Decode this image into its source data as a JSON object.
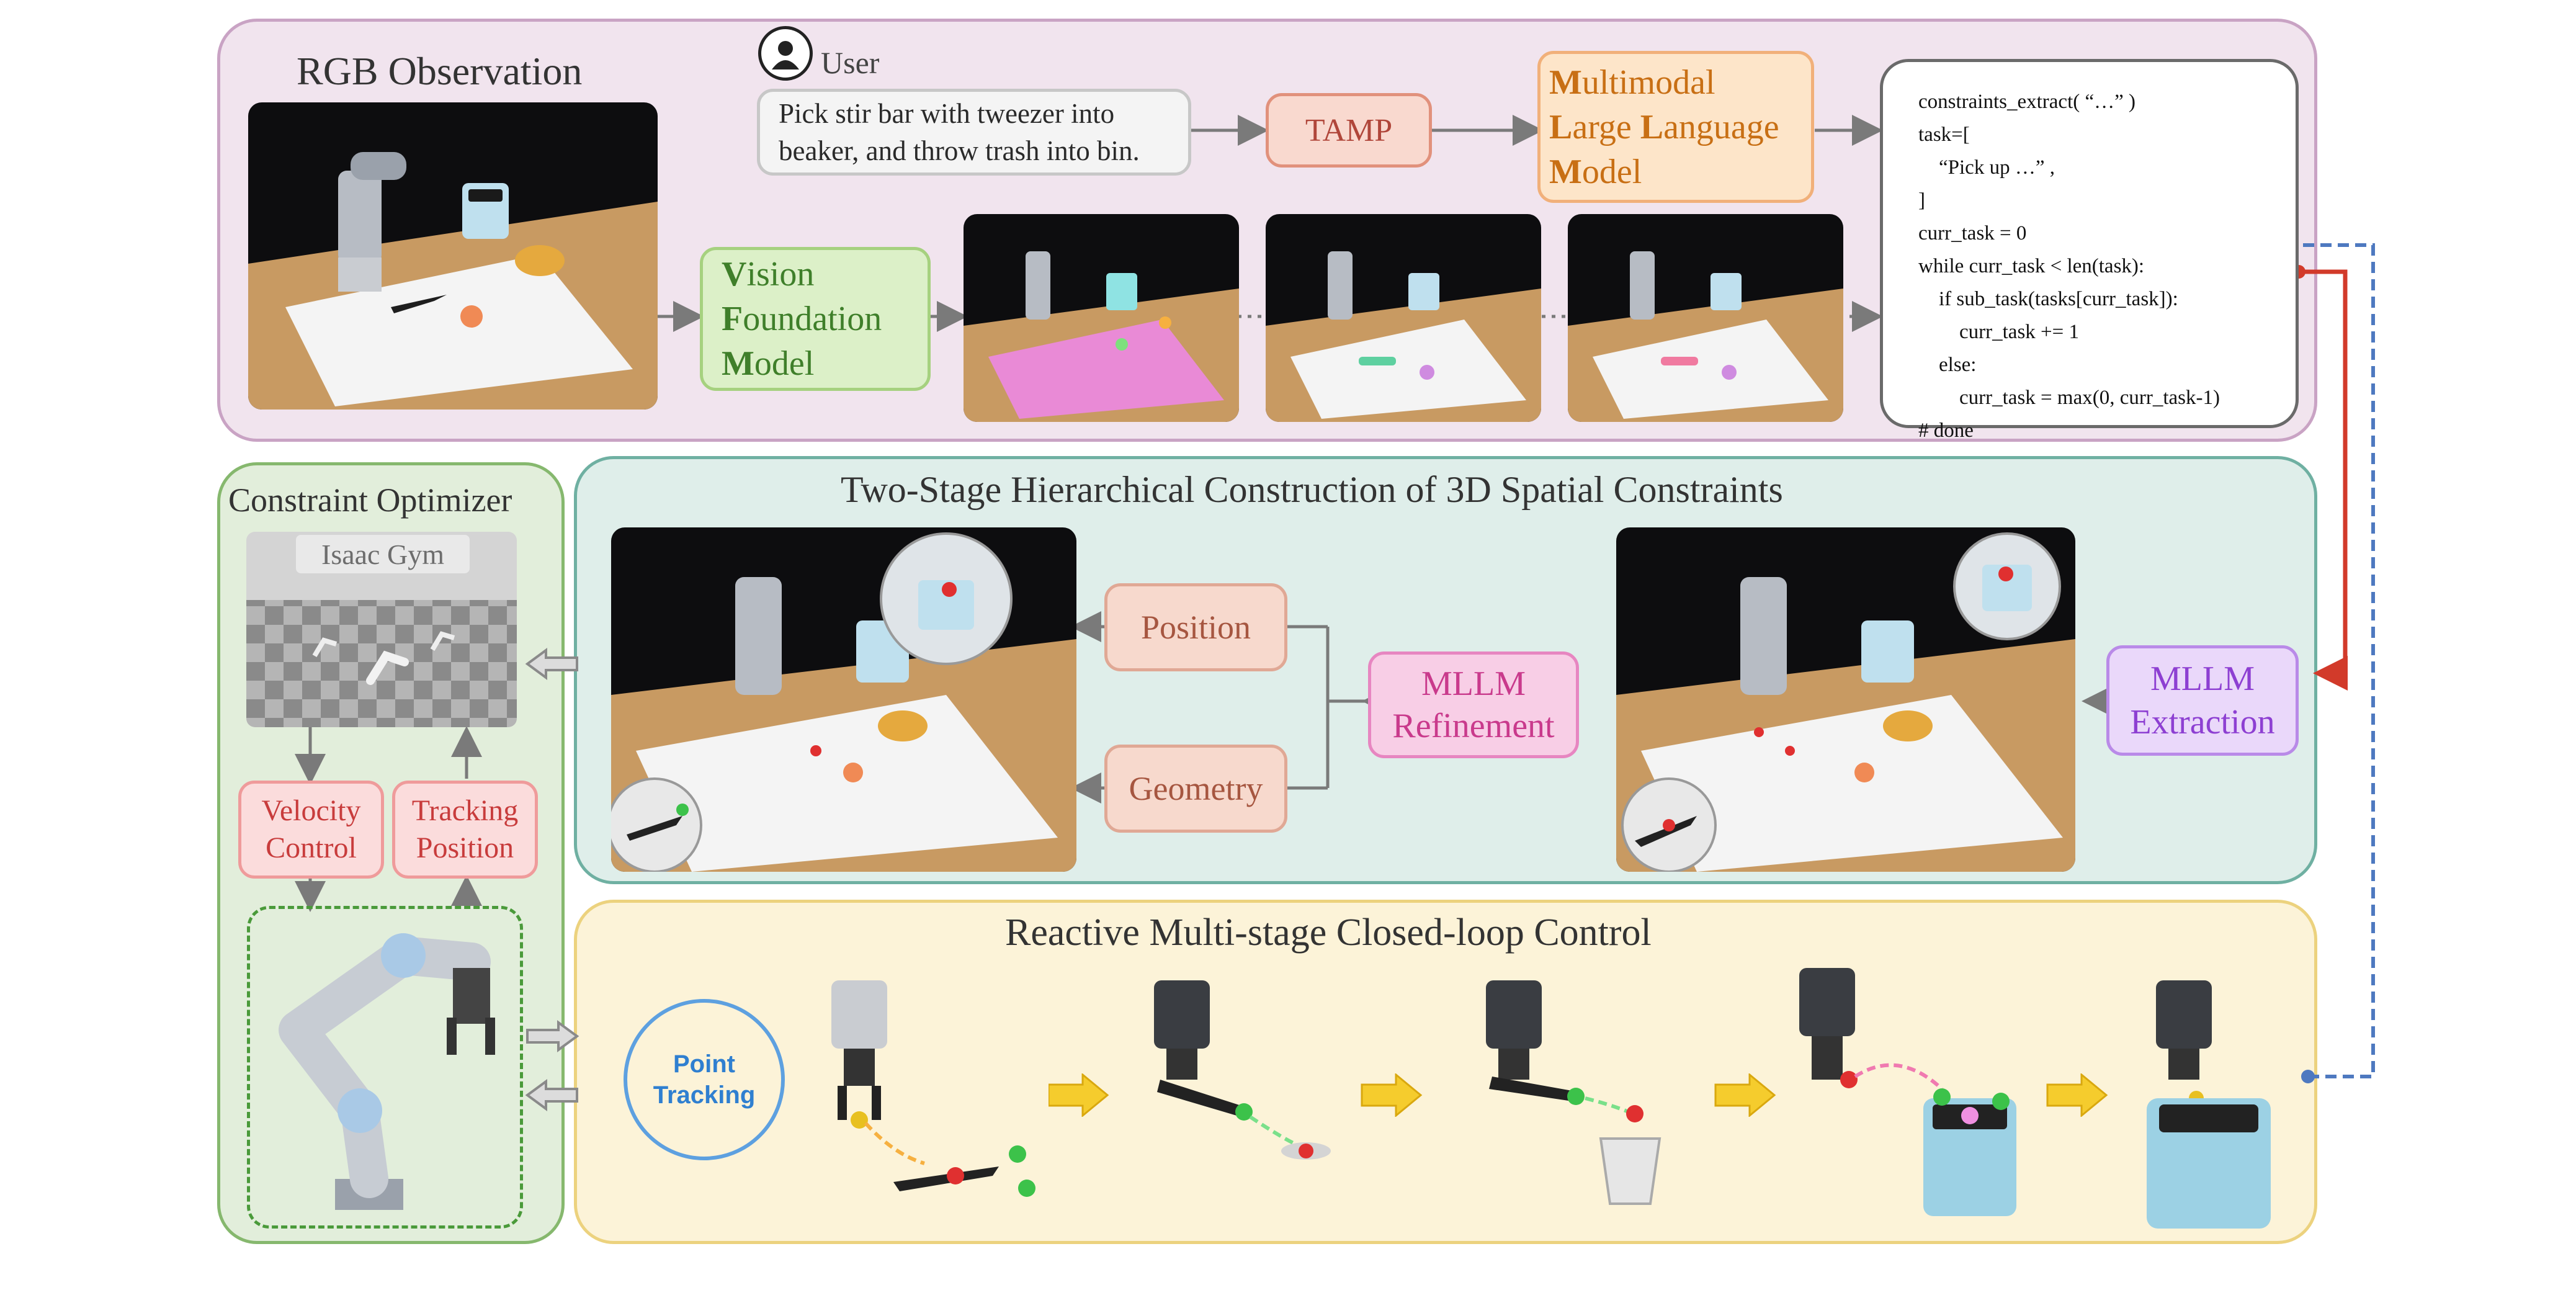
{
  "rgb_panel": {
    "title": "RGB Observation"
  },
  "user": {
    "label": "User",
    "instruction_line1": "Pick stir bar with tweezer into",
    "instruction_line2": "beaker, and throw trash into bin."
  },
  "tamp": {
    "label": "TAMP"
  },
  "mllm": {
    "line1_cap": "M",
    "line1_rest": "ultimodal",
    "line2_cap1": "L",
    "line2_mid": "arge ",
    "line2_cap2": "L",
    "line2_rest": "anguage",
    "line3_cap": "M",
    "line3_rest": "odel"
  },
  "vfm": {
    "line1_cap": "V",
    "line1_rest": "ision",
    "line2_cap": "F",
    "line2_rest": "oundation",
    "line3_cap": "M",
    "line3_rest": "odel"
  },
  "code": {
    "lines": [
      "constraints_extract( “…” )",
      "task=[",
      "    “Pick up …” ,",
      "]",
      "curr_task = 0",
      "while curr_task < len(task):",
      "    if sub_task(tasks[curr_task]):",
      "        curr_task += 1",
      "    else:",
      "        curr_task = max(0, curr_task-1)",
      "# done"
    ]
  },
  "constraint_optimizer": {
    "title": "Constraint Optimizer",
    "sim_label": "Isaac Gym",
    "velocity_line1": "Velocity",
    "velocity_line2": "Control",
    "tracking_line1": "Tracking",
    "tracking_line2": "Position"
  },
  "two_stage": {
    "title": "Two-Stage Hierarchical Construction of 3D Spatial Constraints",
    "position": "Position",
    "geometry": "Geometry",
    "refine_line1": "MLLM",
    "refine_line2": "Refinement",
    "extract_line1": "MLLM",
    "extract_line2": "Extraction"
  },
  "reactive": {
    "title": "Reactive Multi-stage Closed-loop Control",
    "point_line1": "Point",
    "point_line2": "Tracking"
  },
  "colors": {
    "rgb_bg": "#f1e4ee",
    "rgb_border": "#c9a3c4",
    "teal_bg": "#dfeeea",
    "teal_border": "#6fb0a2",
    "green_bg": "#e2eedb",
    "green_border": "#86b86e",
    "yellow_bg": "#fcf3d8",
    "yellow_border": "#ecd27e",
    "red_arrow": "#d23a2a",
    "blue_arrow": "#4e79c0"
  }
}
